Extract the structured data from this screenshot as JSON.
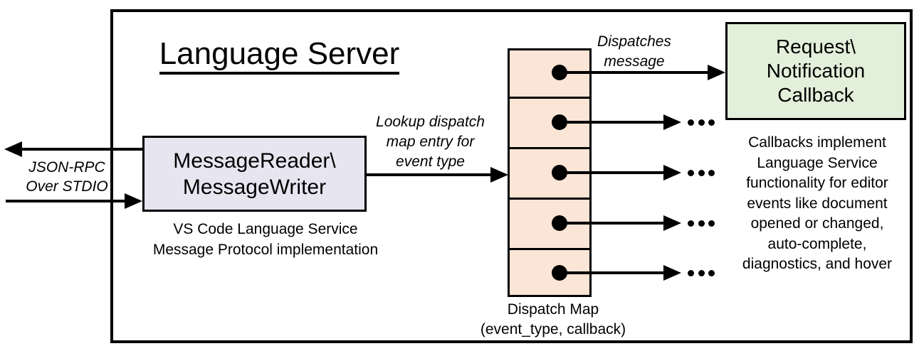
{
  "title": "Language Server",
  "colors": {
    "line": "#000000",
    "message_box_fill": "#E7E6F0",
    "dispatch_cell_fill": "#FBE5D6",
    "callback_box_fill": "#E2EFDA"
  },
  "io": {
    "label_line1": "JSON-RPC",
    "label_line2": "Over STDIO"
  },
  "message_box": {
    "line1": "MessageReader\\",
    "line2": "MessageWriter"
  },
  "message_caption": {
    "line1": "VS Code Language Service",
    "line2": "Message Protocol implementation"
  },
  "lookup_label": {
    "line1": "Lookup dispatch",
    "line2": "map entry for",
    "line3": "event type"
  },
  "dispatches_label": {
    "line1": "Dispatches",
    "line2": "message"
  },
  "callback_box": {
    "line1": "Request\\",
    "line2": "Notification",
    "line3": "Callback"
  },
  "dispatch_map_label": {
    "line1": "Dispatch Map",
    "line2": "(event_type, callback)"
  },
  "callbacks_note": {
    "lines": [
      "Callbacks implement",
      "Language Service",
      "functionality for editor",
      "events like document",
      "opened or changed,",
      "auto-complete,",
      "diagnostics, and hover"
    ]
  },
  "ellipsis": "..."
}
